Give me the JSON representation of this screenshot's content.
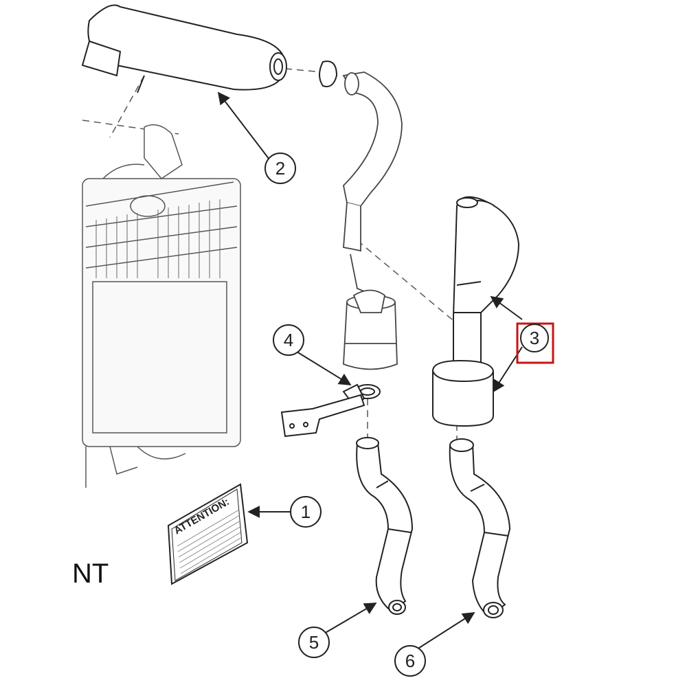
{
  "callouts": [
    {
      "id": "1",
      "label": "1"
    },
    {
      "id": "2",
      "label": "2"
    },
    {
      "id": "3",
      "label": "3"
    },
    {
      "id": "4",
      "label": "4"
    },
    {
      "id": "5",
      "label": "5"
    },
    {
      "id": "6",
      "label": "6"
    }
  ],
  "sign": {
    "title": "ATTENTION:"
  },
  "partial_text": "NT",
  "colors": {
    "line": "#222222",
    "highlight": "#cc1111",
    "shade": "#eeeeee"
  }
}
